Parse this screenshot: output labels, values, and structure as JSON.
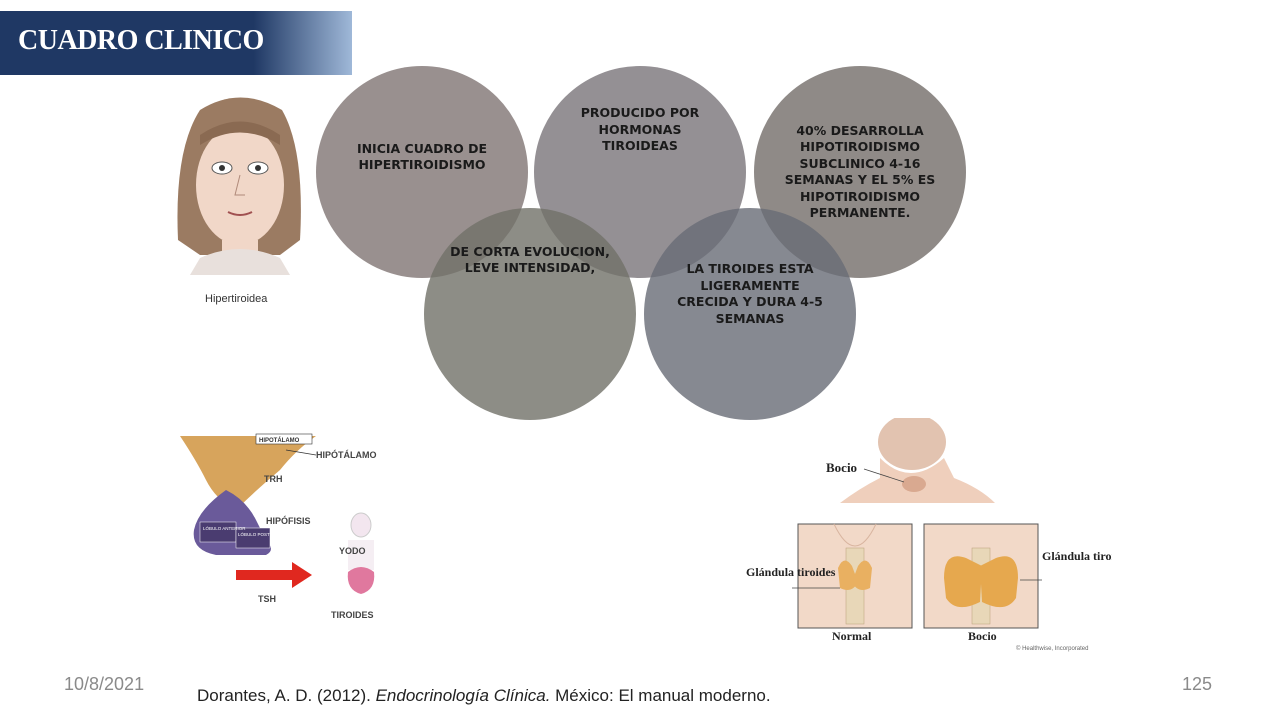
{
  "slide": {
    "title": "CUADRO CLINICO",
    "date": "10/8/2021",
    "page": "125"
  },
  "circles": [
    {
      "text": "INICIA CUADRO DE HIPERTIROIDISMO"
    },
    {
      "text": "PRODUCIDO POR HORMONAS TIROIDEAS"
    },
    {
      "text": "40% DESARROLLA HIPOTIROIDISMO SUBCLINICO 4-16 SEMANAS Y EL 5% ES HIPOTIROIDISMO PERMANENTE."
    },
    {
      "text": "DE CORTA EVOLUCION, LEVE INTENSIDAD,"
    },
    {
      "text": "LA TIROIDES ESTA LIGERAMENTE CRECIDA Y DURA 4-5 SEMANAS"
    }
  ],
  "face_figure": {
    "caption": "Hipertiroidea"
  },
  "axis_figure": {
    "labels": [
      "HIPOTÁLAMO",
      "HIPÓTÁLAMO",
      "TRH",
      "HIPÓFISIS",
      "LÓBULO ANTERIOR",
      "LÓBULO POSTERIOR",
      "YODO",
      "TSH",
      "TIROIDES"
    ]
  },
  "goiter_figure": {
    "bocio_label": "Bocio",
    "left_label": "Glándula tiroides",
    "right_label": "Glándula tiroides agrandada",
    "normal_caption": "Normal",
    "bocio_caption": "Bocio",
    "credit": "© Healthwise, Incorporated"
  },
  "citation": {
    "before": "Dorantes, A. D. (2012). ",
    "italic": "Endocrinología Clínica.",
    "after": " México: El manual  moderno."
  }
}
